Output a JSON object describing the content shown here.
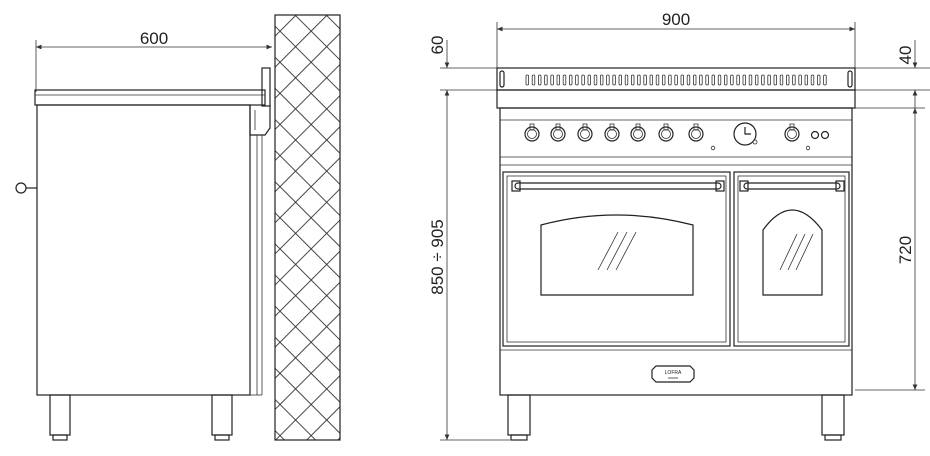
{
  "title": "Range cooker dimension drawing",
  "side_view": {
    "depth_label": "600"
  },
  "front_view": {
    "width_label": "900",
    "backsplash_offset_label": "60",
    "backsplash_height_label": "40",
    "total_height_label": "850 ÷ 905",
    "body_height_label": "720",
    "logo_text": "LOFRA",
    "knob_count": 8
  },
  "colors": {
    "line": "#222222",
    "background": "#ffffff"
  }
}
